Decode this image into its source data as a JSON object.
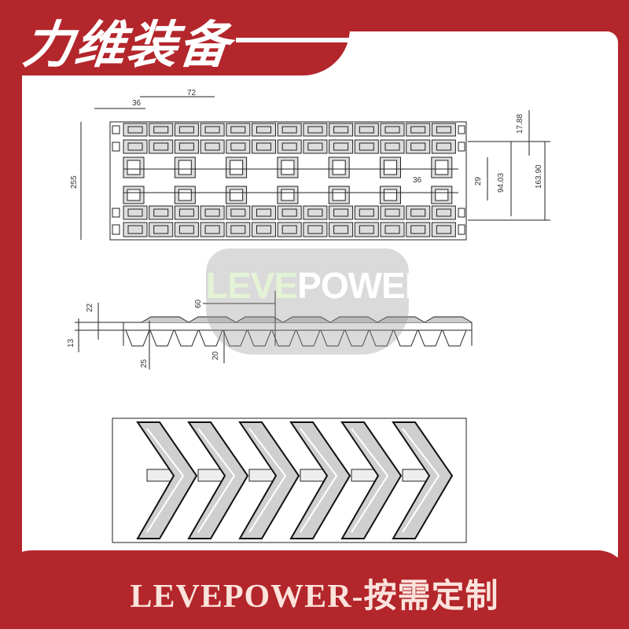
{
  "header": {
    "brand_title": "力维装备"
  },
  "footer": {
    "slogan": "LEVEPOWER-按需定制"
  },
  "watermark": {
    "part1": "LEVE",
    "part2": "POWER"
  },
  "plan_view": {
    "dims": {
      "pitch": "36",
      "double_pitch": "72",
      "width": "255",
      "top_offset": "17.88",
      "center_width": "163.90",
      "inner": "94.03",
      "gap": "29",
      "inner_pitch": "36"
    }
  },
  "side_view": {
    "dims": {
      "overall_height": "60",
      "top": "22",
      "base": "13",
      "cleat": "25",
      "tooth": "20"
    }
  },
  "colors": {
    "frame": "#b3262b",
    "footer_text": "#fbe3dc"
  }
}
